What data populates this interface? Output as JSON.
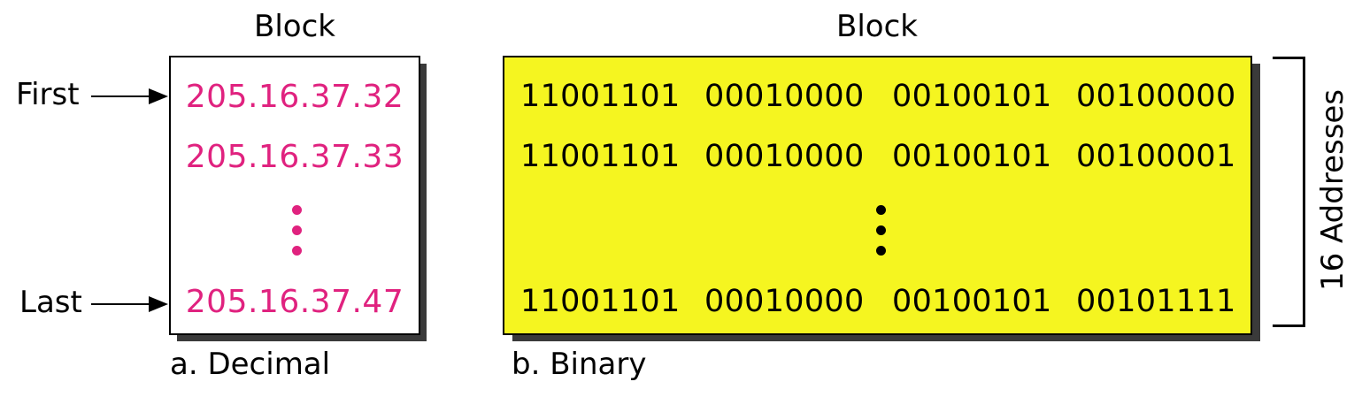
{
  "decimal_block": {
    "title": "Block",
    "caption": "a. Decimal",
    "first_label": "First",
    "last_label": "Last",
    "addresses": {
      "first": "205.16.37.32",
      "second": "205.16.37.33",
      "last": "205.16.37.47"
    },
    "address_color": "#e0227f"
  },
  "binary_block": {
    "title": "Block",
    "caption": "b. Binary",
    "background_color": "#f5f520",
    "rows": [
      [
        "11001101",
        "00010000",
        "00100101",
        "00100000"
      ],
      [
        "11001101",
        "00010000",
        "00100101",
        "00100001"
      ],
      [
        "11001101",
        "00010000",
        "00100101",
        "00101111"
      ]
    ]
  },
  "bracket_label": "16 Addresses"
}
